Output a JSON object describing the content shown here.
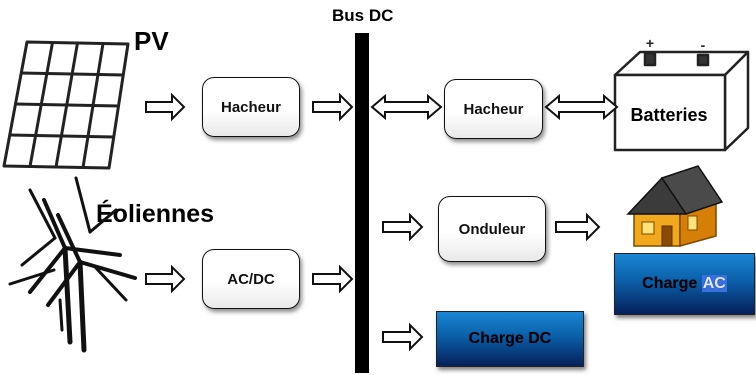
{
  "labels": {
    "bus": "Bus DC",
    "pv": "PV",
    "wind": "Éoliennes"
  },
  "boxes": {
    "hacheur_left": "Hacheur",
    "acdc": "AC/DC",
    "hacheur_right": "Hacheur",
    "onduleur": "Onduleur",
    "batteries": "Batteries"
  },
  "loads": {
    "charge_dc": "Charge DC",
    "charge_ac_prefix": "Charge ",
    "charge_ac_highlight": "AC"
  },
  "battery_terminals": {
    "positive": "+",
    "negative": "-"
  },
  "colors": {
    "load_fill": "#0b5fa8",
    "bus_line": "#000000",
    "house_wall": "#f2a81d",
    "house_roof": "#3b3b3b",
    "highlight": "#3a6fe0"
  }
}
